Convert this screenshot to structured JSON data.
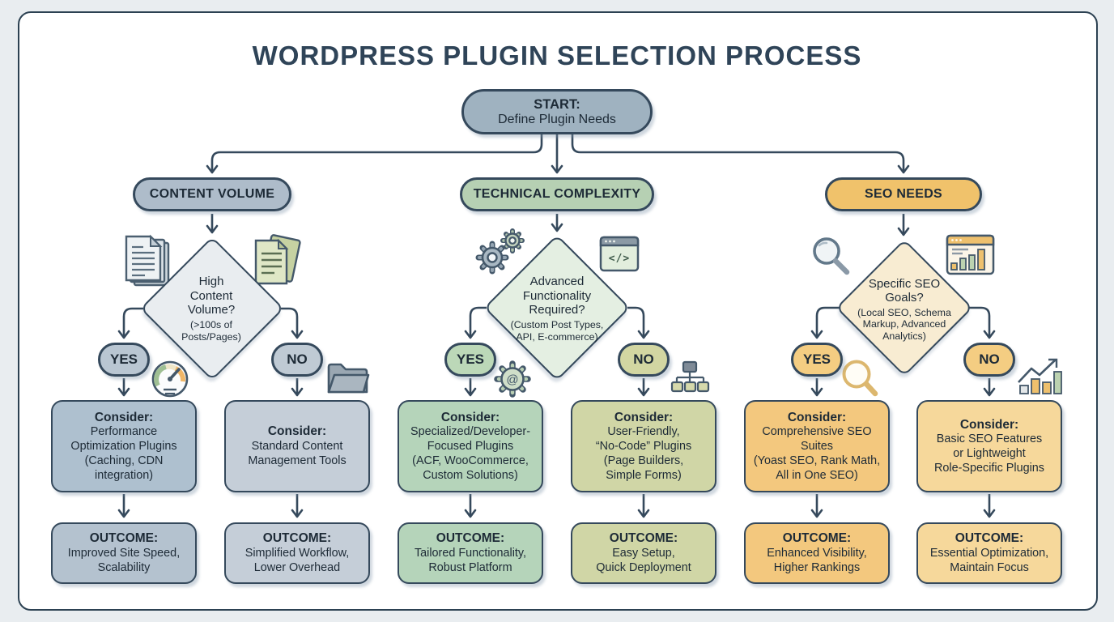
{
  "title": "WORDPRESS PLUGIN SELECTION PROCESS",
  "start": {
    "title": "START:",
    "subtitle": "Define Plugin Needs"
  },
  "colors": {
    "page_bg": "#e9edf0",
    "card_bg": "#ffffff",
    "outline": "#35495c",
    "blue_header": "#aebcca",
    "green_header": "#b6d0b3",
    "orange_header": "#f0c26b",
    "blue_light": "#c5ced8",
    "green_light": "#e4efe2",
    "olive": "#d0d6a6",
    "orange_light": "#f6d89b",
    "start_fill": "#9fb2c0"
  },
  "branches": [
    {
      "header": "CONTENT VOLUME",
      "question": "High\nContent\nVolume?",
      "question_detail": "(>100s of\nPosts/Pages)",
      "icons": {
        "decor_left": "documents-stack-icon",
        "decor_right": "document-icon",
        "yes_badge": "speedometer-icon",
        "no_badge": "folder-icon"
      },
      "yes": {
        "label": "YES",
        "consider_label": "Consider:",
        "consider": "Performance\nOptimization Plugins\n(Caching, CDN\nintegration)",
        "outcome_label": "OUTCOME:",
        "outcome": "Improved Site Speed,\nScalability"
      },
      "no": {
        "label": "NO",
        "consider_label": "Consider:",
        "consider": "Standard Content\nManagement Tools",
        "outcome_label": "OUTCOME:",
        "outcome": "Simplified Workflow,\nLower Overhead"
      }
    },
    {
      "header": "TECHNICAL COMPLEXITY",
      "question": "Advanced\nFunctionality\nRequired?",
      "question_detail": "(Custom Post Types,\nAPI, E-commerce)",
      "icons": {
        "decor_left": "gears-icon",
        "decor_right": "code-window-icon",
        "yes_badge": "gear-at-icon",
        "no_badge": "sitemap-icon"
      },
      "yes": {
        "label": "YES",
        "consider_label": "Consider:",
        "consider": "Specialized/Developer-\nFocused Plugins\n(ACF, WooCommerce,\nCustom Solutions)",
        "outcome_label": "OUTCOME:",
        "outcome": "Tailored Functionality,\nRobust Platform"
      },
      "no": {
        "label": "NO",
        "consider_label": "Consider:",
        "consider": "User-Friendly,\n“No-Code” Plugins\n(Page Builders,\nSimple Forms)",
        "outcome_label": "OUTCOME:",
        "outcome": "Easy Setup,\nQuick Deployment"
      }
    },
    {
      "header": "SEO NEEDS",
      "question": "Specific SEO\nGoals?",
      "question_detail": "(Local SEO, Schema\nMarkup, Advanced\nAnalytics)",
      "icons": {
        "decor_left": "magnifier-icon",
        "decor_right": "analytics-window-icon",
        "yes_badge": "magnifier-icon",
        "no_badge": "growth-chart-icon"
      },
      "yes": {
        "label": "YES",
        "consider_label": "Consider:",
        "consider": "Comprehensive SEO\nSuites\n(Yoast SEO, Rank Math,\nAll in One SEO)",
        "outcome_label": "OUTCOME:",
        "outcome": "Enhanced Visibility,\nHigher Rankings"
      },
      "no": {
        "label": "NO",
        "consider_label": "Consider:",
        "consider": "Basic SEO Features\nor Lightweight\nRole-Specific Plugins",
        "outcome_label": "OUTCOME:",
        "outcome": "Essential Optimization,\nMaintain Focus"
      }
    }
  ]
}
